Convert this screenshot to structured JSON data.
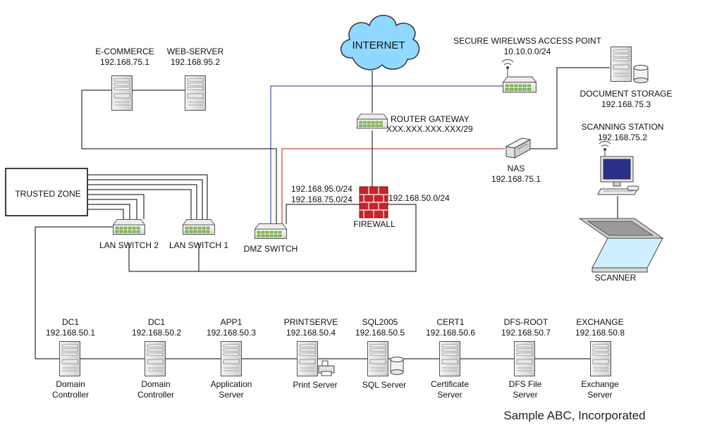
{
  "colors": {
    "wire": "#000000",
    "internet_link": "#1f2fa0",
    "nas_link": "#b01818",
    "firewall": "#c8242e",
    "cloud": "#8fd8ff",
    "monitor_screen": "#2a2f8a",
    "scanner_glass": "#cfefff"
  },
  "company": "Sample ABC, Incorporated",
  "internet": "INTERNET",
  "trusted_zone": "TRUSTED ZONE",
  "firewall": {
    "label": "FIREWALL",
    "left_net_1": "192.168.95.0/24",
    "left_net_2": "192.168.75.0/24",
    "right_net": "192.168.50.0/24"
  },
  "router": {
    "name": "ROUTER GATEWAY",
    "ip": "XXX.XXX.XXX.XXX/29"
  },
  "access_point": {
    "name": "SECURE WIRELWSS ACCESS POINT",
    "ip": "10.10.0.0/24"
  },
  "nas": {
    "name": "NAS",
    "ip": "192.168.75.1"
  },
  "doc_storage": {
    "name": "DOCUMENT STORAGE",
    "ip": "192.168.75.3"
  },
  "scanning_station": {
    "name": "SCANNING STATION",
    "ip": "192.168.75.2"
  },
  "scanner": "SCANNER",
  "dmz_servers": [
    {
      "name": "E-COMMERCE",
      "ip": "192.168.75.1"
    },
    {
      "name": "WEB-SERVER",
      "ip": "192.168.95.2"
    }
  ],
  "switches": {
    "lan2": "LAN SWITCH 2",
    "lan1": "LAN SWITCH 1",
    "dmz": "DMZ SWITCH"
  },
  "servers": [
    {
      "name": "DC1",
      "ip": "192.168.50.1",
      "role_1": "Domain",
      "role_2": "Controller"
    },
    {
      "name": "DC1",
      "ip": "192.168.50.2",
      "role_1": "Domain",
      "role_2": "Controller"
    },
    {
      "name": "APP1",
      "ip": "192.168.50.3",
      "role_1": "Application",
      "role_2": "Server"
    },
    {
      "name": "PRINTSERVE",
      "ip": "192.168.50.4",
      "role_1": "Print Server",
      "role_2": ""
    },
    {
      "name": "SQL2005",
      "ip": "192.168.50.5",
      "role_1": "SQL Server",
      "role_2": ""
    },
    {
      "name": "CERT1",
      "ip": "192.168.50.6",
      "role_1": "Certificate",
      "role_2": "Server"
    },
    {
      "name": "DFS-ROOT",
      "ip": "192.168.50.7",
      "role_1": "DFS File",
      "role_2": "Server"
    },
    {
      "name": "EXCHANGE",
      "ip": "192.168.50.8",
      "role_1": "Exchange",
      "role_2": "Server"
    }
  ]
}
